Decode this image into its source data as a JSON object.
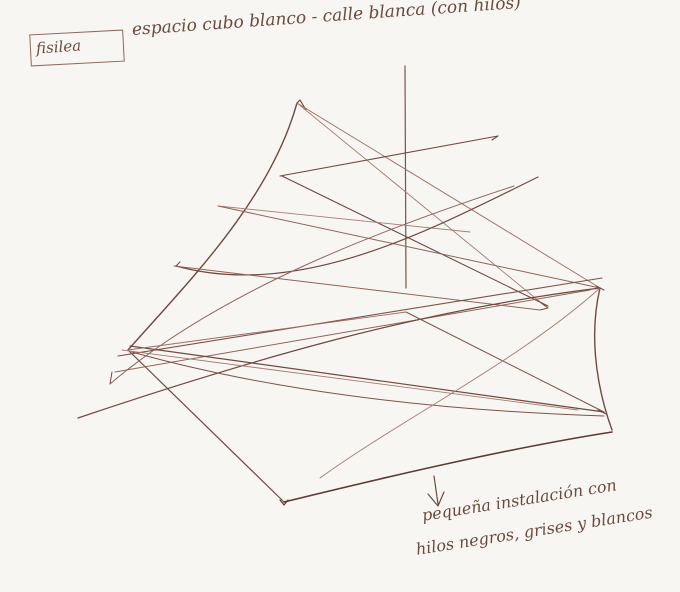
{
  "header": {
    "boxed_label": "fisilea",
    "title": "espacio cubo blanco - calle blanca (con hilos)"
  },
  "note": {
    "line1": "pequeña instalación con",
    "line2": "hilos negros, grises y blancos"
  }
}
